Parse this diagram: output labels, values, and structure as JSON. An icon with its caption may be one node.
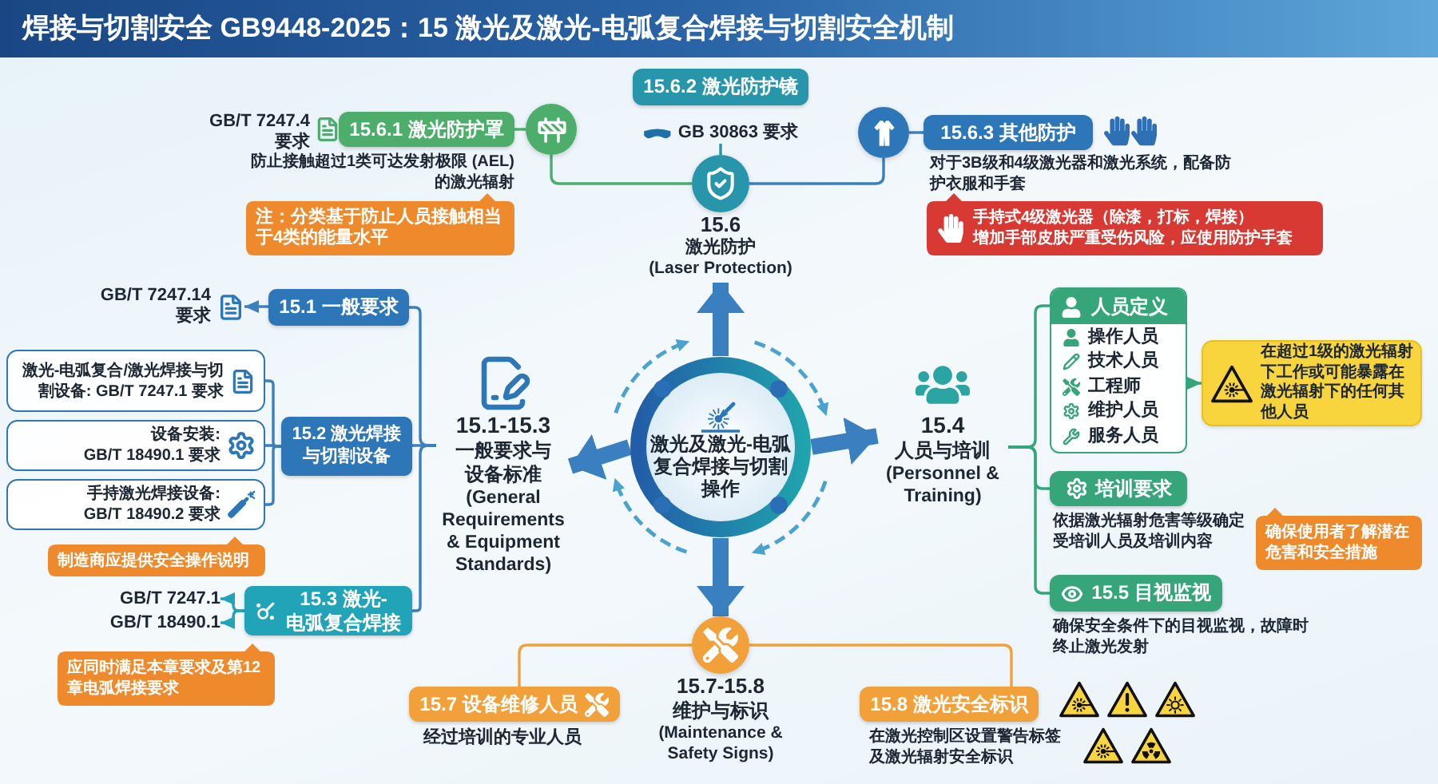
{
  "diagram": {
    "title": "焊接与切割安全 GB9448-2025：15 激光及激光-电弧复合焊接与切割安全机制",
    "nodes": [
      {
        "text": [
          "激光及激光-电弧复合焊接与切割操作"
        ]
      },
      {
        "text": [
          "15.6",
          "激光防护",
          "(Laser Protection)"
        ]
      },
      {
        "text": [
          "15.1-15.3",
          "一般要求与设备标准",
          "(General Requirements & Equipment Standards)"
        ]
      },
      {
        "text": [
          "15.4",
          "人员与培训",
          "(Personnel & Training)"
        ]
      },
      {
        "text": [
          "15.7-15.8",
          "维护与标识",
          "(Maintenance & Safety Signs)"
        ]
      },
      {
        "text": [],
        "shape": "circle"
      },
      {
        "text": [
          "15.6.1 激光防护罩"
        ],
        "beside": [
          "GB/T 7247.4 要求",
          "防止接触超过1类可达发射极限 (AEL) 的激光辐射"
        ]
      },
      {
        "text": [
          "注：分类基于防止人员接触相当于4类的能量水平"
        ]
      },
      {
        "text": [
          "15.6.2 激光防护镜"
        ]
      },
      {
        "text": [
          "GB 30863 要求"
        ]
      },
      {
        "text": [],
        "shape": "circle"
      },
      {
        "text": [
          "15.6.3 其他防护"
        ],
        "beside": [
          "对于3B级和4级激光器和激光系统，配备防护衣服和手套"
        ]
      },
      {
        "text": [
          "手持式4级激光器（除漆，打标，焊接）",
          "增加手部皮肤严重受伤风险，应使用防护手套"
        ]
      },
      {
        "text": [
          "15.1 一般要求"
        ]
      },
      {
        "text": [
          "GB/T 7247.14 要求"
        ]
      },
      {
        "text": [
          "15.2 激光焊接与切割设备"
        ]
      },
      {
        "text": [
          "激光-电弧复合/激光焊接与切割设备: GB/T 7247.1 要求"
        ]
      },
      {
        "text": [
          "设备安装:",
          "GB/T 18490.1 要求"
        ]
      },
      {
        "text": [
          "手持激光焊接设备:",
          "GB/T 18490.2 要求"
        ]
      },
      {
        "text": [
          "制造商应提供安全操作说明"
        ]
      },
      {
        "text": [
          "15.3 激光-电弧复合焊接"
        ]
      },
      {
        "text": [
          "GB/T 7247.1"
        ]
      },
      {
        "text": [
          "GB/T 18490.1"
        ]
      },
      {
        "text": [
          "应同时满足本章要求及第12章电弧焊接要求"
        ]
      },
      {
        "text": [
          "人员定义",
          "操作人员",
          "技术人员",
          "工程师",
          "维护人员",
          "服务人员"
        ]
      },
      {
        "text": [
          "在超过1级的激光辐射下工作或可能暴露在激光辐射下的任何其他人员"
        ]
      },
      {
        "text": [
          "培训要求"
        ],
        "beside": [
          "依据激光辐射危害等级确定受培训人员及培训内容"
        ]
      },
      {
        "text": [
          "确保使用者了解潜在危害和安全措施"
        ]
      },
      {
        "text": [
          "15.5 目视监视"
        ],
        "beside": [
          "确保安全条件下的目视监视，故障时终止激光发射"
        ]
      },
      {
        "text": [
          "15.7 设备维修人员"
        ],
        "beside": [
          "经过培训的专业人员"
        ]
      },
      {
        "text": [
          "15.8 激光安全标识"
        ],
        "beside": [
          "在激光控制区设置警告标签及激光辐射安全标识"
        ]
      }
    ],
    "edges": [
      {
        "from": 0,
        "to": 1,
        "arrow": "to",
        "style": "thick"
      },
      {
        "from": 0,
        "to": 2,
        "arrow": "to",
        "style": "thick"
      },
      {
        "from": 0,
        "to": 3,
        "arrow": "to",
        "style": "thick"
      },
      {
        "from": 0,
        "to": 4,
        "arrow": "to",
        "style": "thick"
      },
      {
        "from": 1,
        "to": 5,
        "arrow": "none",
        "color": "#4cae6a"
      },
      {
        "from": 5,
        "to": 6,
        "arrow": "none",
        "color": "#4cae6a"
      },
      {
        "from": 1,
        "to": 9,
        "arrow": "none",
        "color": "#2795aa"
      },
      {
        "from": 1,
        "to": 10,
        "arrow": "none"
      },
      {
        "from": 10,
        "to": 11,
        "arrow": "none"
      },
      {
        "from": 2,
        "to": 13,
        "arrow": "none"
      },
      {
        "from": 2,
        "to": 15,
        "arrow": "none"
      },
      {
        "from": 2,
        "to": 20,
        "arrow": "none"
      },
      {
        "from": 13,
        "to": 14,
        "arrow": "to"
      },
      {
        "from": 15,
        "to": 16,
        "arrow": "none"
      },
      {
        "from": 15,
        "to": 17,
        "arrow": "none"
      },
      {
        "from": 15,
        "to": 18,
        "arrow": "none"
      },
      {
        "from": 20,
        "to": 21,
        "arrow": "to",
        "color": "#22a4b8"
      },
      {
        "from": 20,
        "to": 22,
        "arrow": "to",
        "color": "#22a4b8"
      },
      {
        "from": 3,
        "to": 24,
        "arrow": "none",
        "color": "#36a67a"
      },
      {
        "from": 3,
        "to": 26,
        "arrow": "none",
        "color": "#36a67a"
      },
      {
        "from": 3,
        "to": 28,
        "arrow": "none",
        "color": "#36a67a"
      },
      {
        "from": 24,
        "to": 25,
        "arrow": "to",
        "color": "#36a67a"
      },
      {
        "from": 4,
        "to": 29,
        "arrow": "none",
        "color": "#f2a13a"
      },
      {
        "from": 4,
        "to": 30,
        "arrow": "none",
        "color": "#f2a13a"
      }
    ]
  }
}
